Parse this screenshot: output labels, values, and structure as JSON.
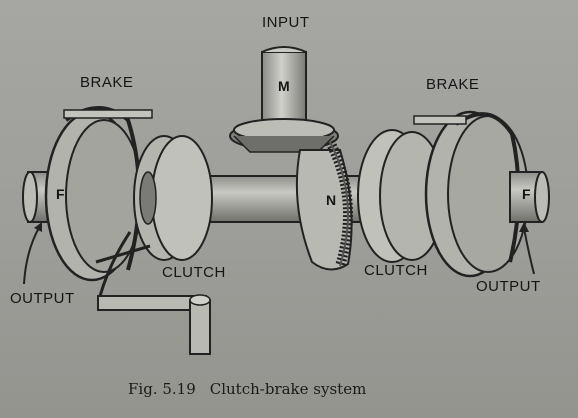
{
  "labels": {
    "input": "INPUT",
    "brake_left": "BRAKE",
    "brake_right": "BRAKE",
    "clutch_left": "CLUTCH",
    "clutch_right": "CLUTCH",
    "output_left": "OUTPUT",
    "output_right": "OUTPUT",
    "shaft_m": "M",
    "shaft_n": "N",
    "shaft_f_left": "F",
    "shaft_f_right": "F"
  },
  "caption": {
    "number": "Fig. 5.19",
    "title": "Clutch-brake system"
  }
}
